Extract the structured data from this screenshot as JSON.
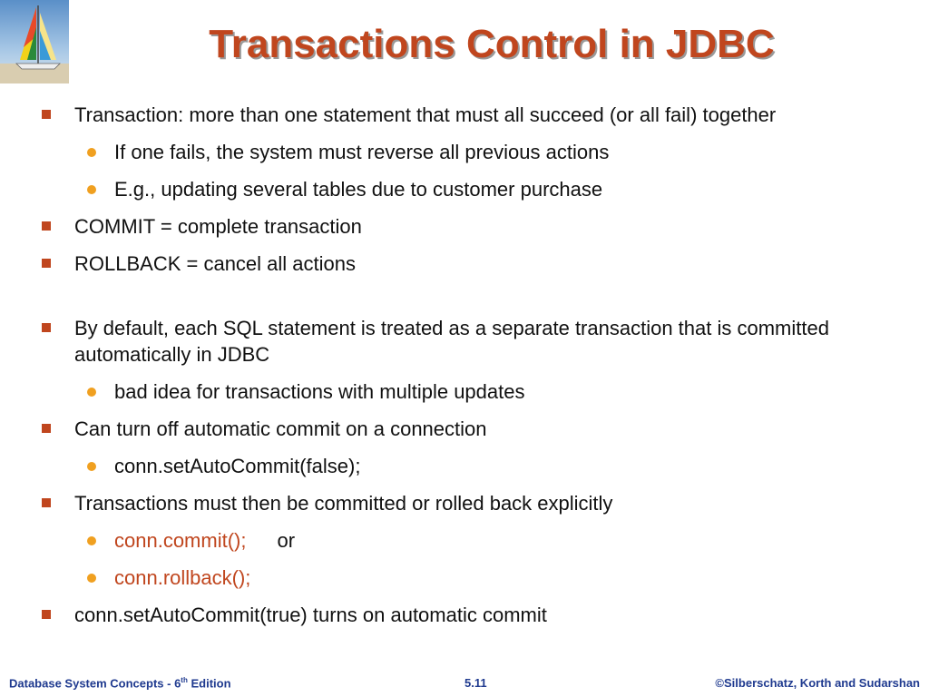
{
  "title": "Transactions Control in JDBC",
  "bullets": {
    "b1": "Transaction: more than one statement that must all succeed (or all fail) together",
    "b1_1": "If one fails, the system must reverse all previous actions",
    "b1_2": "E.g., updating several tables due to customer purchase",
    "b2": "COMMIT = complete transaction",
    "b3": "ROLLBACK = cancel all actions",
    "b4": "By default, each SQL statement is treated as a separate transaction that is committed automatically in JDBC",
    "b4_1": "bad idea for transactions with multiple updates",
    "b5": "Can turn off automatic commit on a connection",
    "b5_1": "conn.setAutoCommit(false);",
    "b6": "Transactions must then be committed or rolled back explicitly",
    "b6_1_code": "conn.commit();",
    "b6_1_or": "or",
    "b6_2_code": "conn.rollback();",
    "b7": "conn.setAutoCommit(true) turns on automatic commit"
  },
  "footer": {
    "left_prefix": "Database System Concepts - 6",
    "left_sup": "th",
    "left_suffix": " Edition",
    "center": "5.11",
    "right": "©Silberschatz, Korth and Sudarshan"
  },
  "colors": {
    "title": "#c0461e",
    "square_bullet": "#c0461e",
    "round_bullet": "#f0a020",
    "code_accent": "#c0461e",
    "footer": "#1f3a8f"
  }
}
